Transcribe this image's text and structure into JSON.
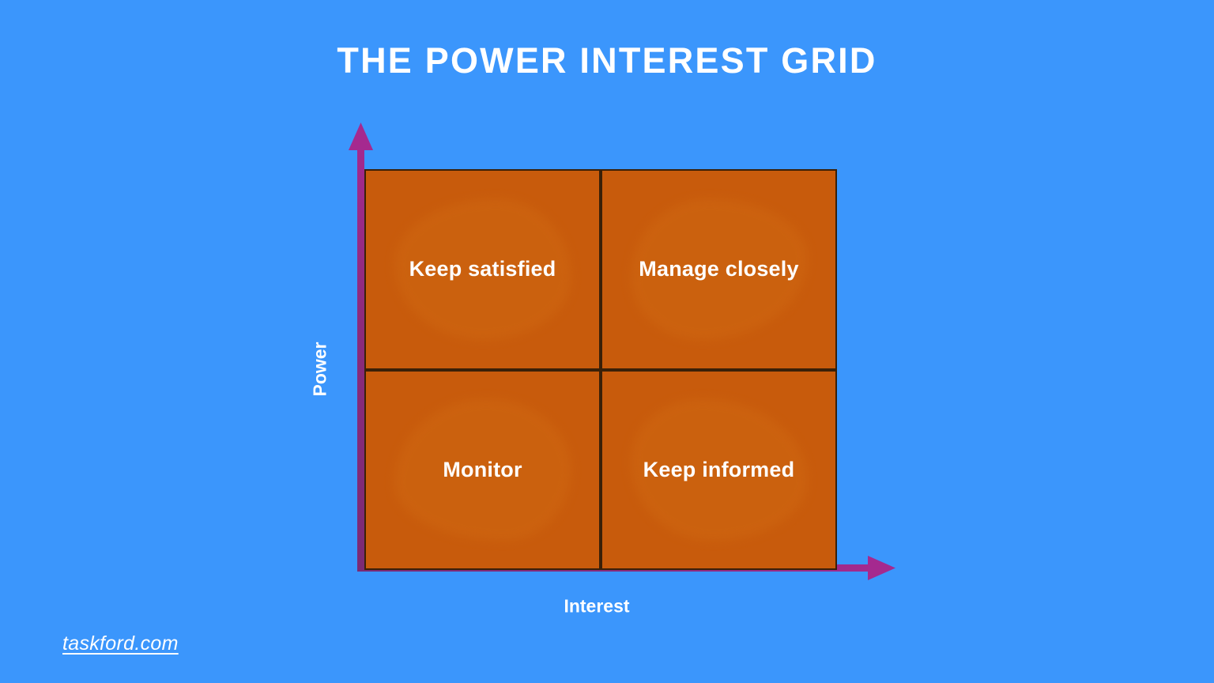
{
  "title": "THE POWER INTEREST GRID",
  "axes": {
    "y_label": "Power",
    "x_label": "Interest",
    "y_arrow_icon": "arrow-up-icon",
    "x_arrow_icon": "arrow-right-icon"
  },
  "watermark": "taskford.com",
  "colors": {
    "background": "#3b96fc",
    "quadrant_fill": "#c85b0c",
    "quadrant_highlight": "#cc620f",
    "quadrant_border": "#3a2008",
    "axis": "#8b2a7a",
    "axis_gradient_end": "#a22a8e",
    "text": "#ffffff"
  },
  "chart_data": {
    "type": "table",
    "title": "THE POWER INTEREST GRID",
    "xlabel": "Interest",
    "ylabel": "Power",
    "grid": "2x2 quadrant matrix",
    "legend": "none",
    "quadrants": [
      {
        "id": "high-power-low-interest",
        "label": "Keep satisfied",
        "power": "high",
        "interest": "low",
        "row": 0,
        "col": 0
      },
      {
        "id": "high-power-high-interest",
        "label": "Manage closely",
        "power": "high",
        "interest": "high",
        "row": 0,
        "col": 1
      },
      {
        "id": "low-power-low-interest",
        "label": "Monitor",
        "power": "low",
        "interest": "low",
        "row": 1,
        "col": 0
      },
      {
        "id": "low-power-high-interest",
        "label": "Keep informed",
        "power": "low",
        "interest": "high",
        "row": 1,
        "col": 1
      }
    ]
  }
}
